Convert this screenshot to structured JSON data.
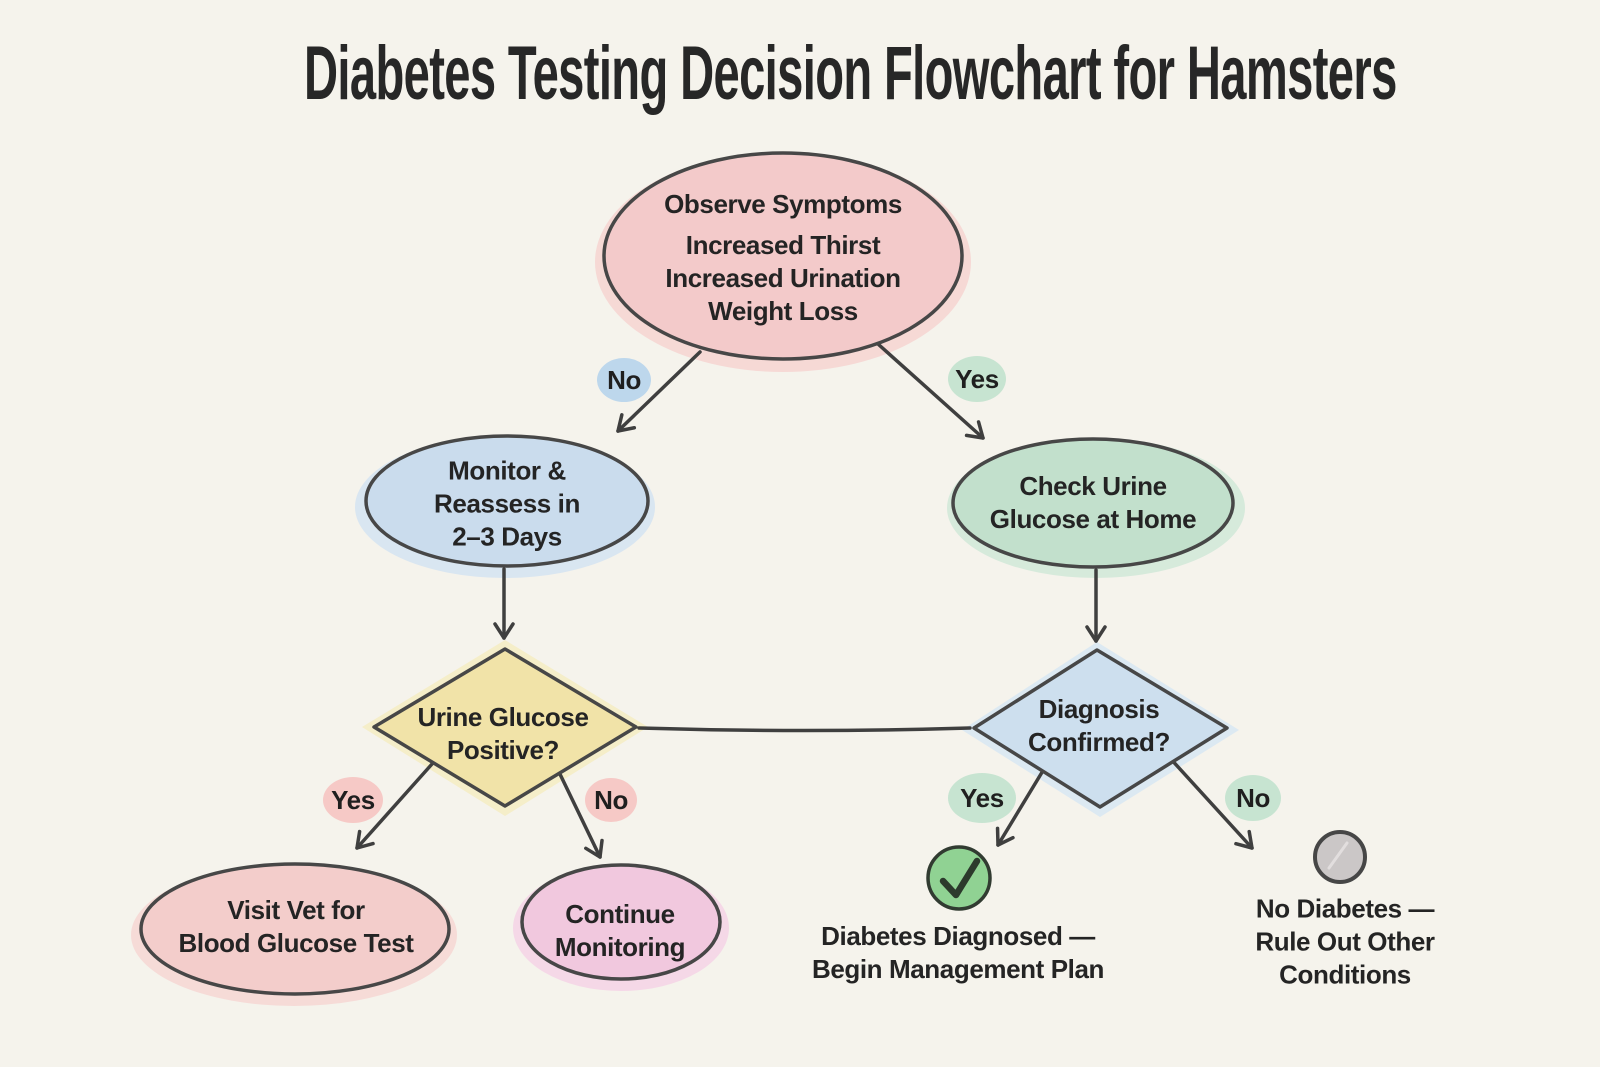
{
  "title": "Diabetes Testing Decision Flowchart for Hamsters",
  "nodes": {
    "observe": {
      "heading": "Observe Symptoms",
      "lines": [
        "Increased Thirst",
        "Increased Urination",
        "Weight Loss"
      ]
    },
    "monitor": {
      "lines": [
        "Monitor &",
        "Reassess in",
        "2–3 Days"
      ]
    },
    "check_urine": {
      "lines": [
        "Check Urine",
        "Glucose at Home"
      ]
    },
    "urine_positive": {
      "lines": [
        "Urine Glucose",
        "Positive?"
      ]
    },
    "diagnosis": {
      "lines": [
        "Diagnosis",
        "Confirmed?"
      ]
    },
    "visit_vet": {
      "lines": [
        "Visit Vet for",
        "Blood Glucose Test"
      ]
    },
    "continue_monitoring": {
      "lines": [
        "Continue",
        "Monitoring"
      ]
    },
    "diagnosed": {
      "lines": [
        "Diabetes Diagnosed —",
        "Begin Management Plan"
      ]
    },
    "no_diabetes": {
      "lines": [
        "No Diabetes —",
        "Rule Out Other",
        "Conditions"
      ]
    }
  },
  "edge_labels": {
    "observe_no": "No",
    "observe_yes": "Yes",
    "urine_yes": "Yes",
    "urine_no": "No",
    "diagnosis_yes": "Yes",
    "diagnosis_no": "No"
  },
  "icons": {
    "diagnosed_marker": "check-icon",
    "no_diabetes_marker": "gray-circle-icon"
  },
  "colors": {
    "background": "#f5f3ec",
    "ink": "#3f3f3f",
    "text": "#242424",
    "observe_pink": "#f3caca",
    "monitor_blue": "#cadced",
    "check_urine_green": "#c2e0cc",
    "urine_diamond_yellow": "#f1e3a8",
    "diagnosis_diamond_blue": "#cddfee",
    "visit_vet_pink": "#f3cdcb",
    "continue_pink": "#f1c8de",
    "label_blue": "#bdd7ec",
    "label_green": "#c7e4d1",
    "label_pink": "#f6c9c6",
    "check_circle_green": "#90d293",
    "gray_circle": "#cbc7c7"
  }
}
